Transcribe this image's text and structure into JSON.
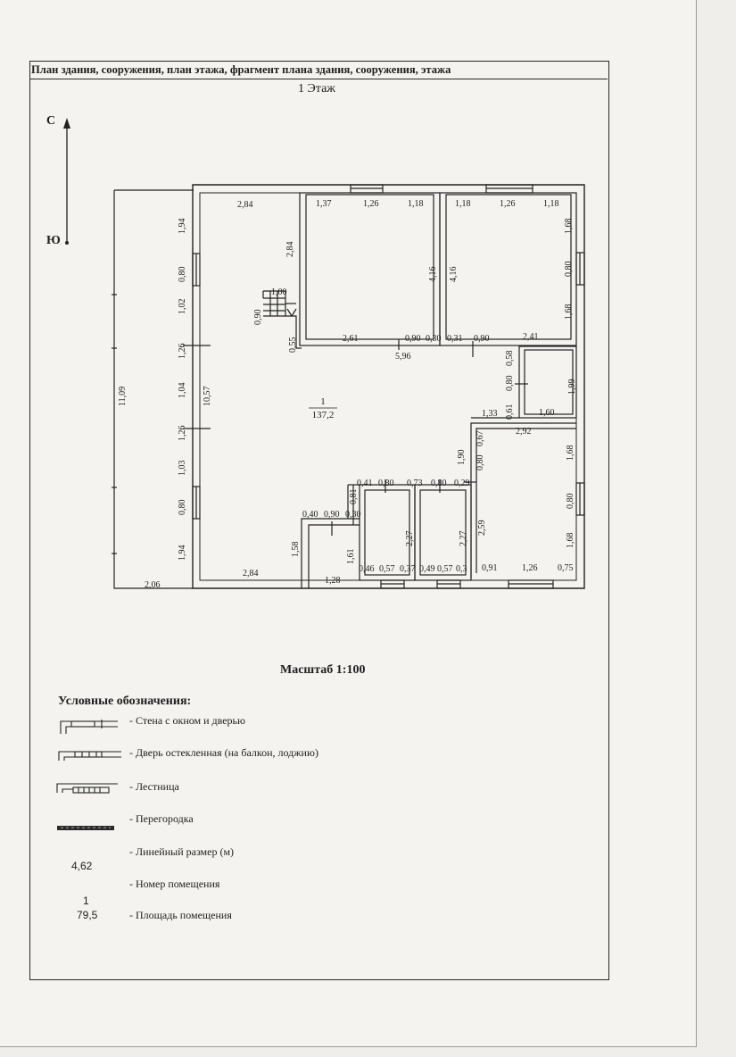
{
  "title": "План здания, сооружения, план этажа, фрагмент плана здания, сооружения, этажа",
  "floor_label": "1 Этаж",
  "compass": {
    "north": "С",
    "south": "Ю"
  },
  "scale_label": "Масштаб 1:100",
  "room": {
    "number": "1",
    "area": "137,2"
  },
  "dimensions": {
    "top_left_room_width": "2,84",
    "left_wall_h": "2,84",
    "stair_w": "1,00",
    "stair_h": "0,90",
    "stair_offset": "0,55",
    "r2_seg1": "1,37",
    "r2_seg2": "1,26",
    "r2_seg3": "1,18",
    "r2_height": "4,16",
    "r2_bottom": "2,61",
    "r3_seg1": "1,18",
    "r3_seg2": "1,26",
    "r3_seg3": "1,18",
    "r3_height": "4,16",
    "r3_right1": "1,68",
    "r3_right2": "0,80",
    "r3_right3": "1,68",
    "mid_door1": "0,90",
    "mid_gap1": "0,30",
    "mid_gap2": "0,31",
    "mid_door2": "0,90",
    "r3_bottom": "2,41",
    "corridor_width": "5,96",
    "small_room_w": "1,60",
    "small_room_h": "1,99",
    "small_door1": "0,58",
    "small_door2": "0,80",
    "small_door3": "0,61",
    "corridor_step": "1,33",
    "right_room_w": "2,92",
    "right_room_door1": "0,67",
    "right_room_door2": "0,80",
    "right_room_seg": "1,90",
    "right_room_h": "2,59",
    "right_room_r1": "1,68",
    "right_room_r2": "0,80",
    "right_room_r3": "1,68",
    "right_room_b1": "0,91",
    "right_room_b2": "1,26",
    "right_room_b3": "0,75",
    "left_outer": "11,09",
    "left_inner": "10,57",
    "left_1": "1,94",
    "left_2": "0,80",
    "left_3": "1,02",
    "left_4": "1,26",
    "left_5": "1,04",
    "left_6": "1,26",
    "left_7": "1,03",
    "left_8": "0,80",
    "left_9": "1,94",
    "bottom_left": "2,06",
    "bottom_room": "2,84",
    "vest_h": "1,58",
    "vest_w": "1,28",
    "vest_door1": "0,40",
    "vest_door2": "0,90",
    "vest_door3": "0,30",
    "vest_inner_h": "1,61",
    "wc_top1": "0,41",
    "wc_top2": "0,80",
    "wc_top3": "0,73",
    "wc_top4": "0,80",
    "wc_top5": "0,29",
    "wc_side": "0,81",
    "wc1_h": "2,27",
    "wc2_h": "2,27",
    "wc_bottom1": "0,46",
    "wc_bottom2": "0,57",
    "wc_bottom3": "0,37",
    "wc_bottom4": "0,49",
    "wc_bottom5": "0,57",
    "wc_bottom6": "0,3"
  },
  "legend": {
    "title": "Условные обозначения:",
    "items": [
      "- Стена с окном и дверью",
      "- Дверь остекленная (на балкон, лоджию)",
      "- Лестница",
      "- Перегородка",
      "- Линейный размер (м)",
      "- Номер помещения",
      "- Площадь помещения"
    ],
    "sample_dimension": "4,62",
    "sample_room_number": "1",
    "sample_area": "79,5"
  }
}
